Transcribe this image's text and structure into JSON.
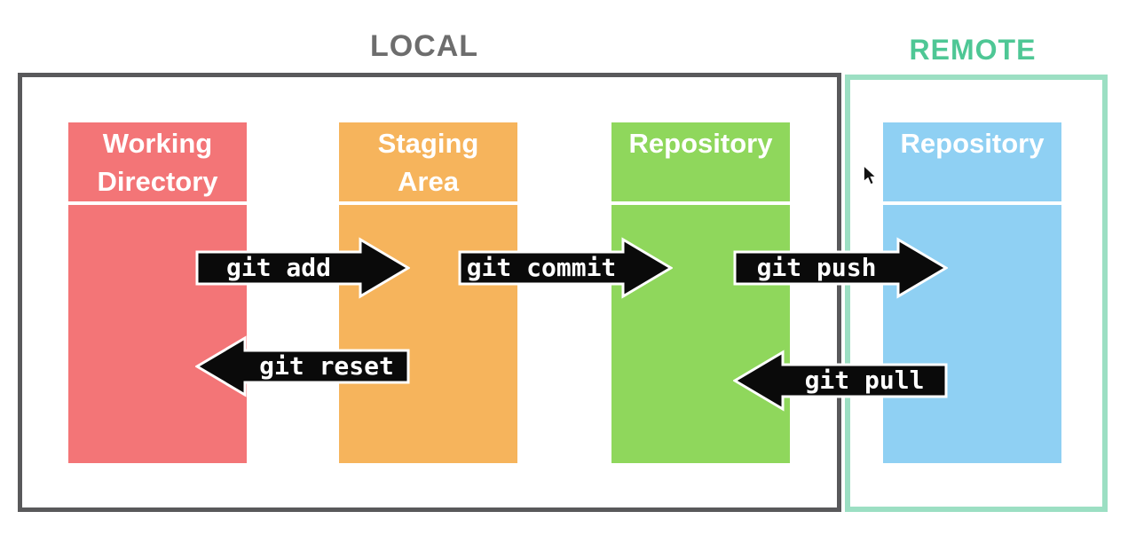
{
  "titles": {
    "local": "LOCAL",
    "remote": "REMOTE"
  },
  "columns": [
    {
      "name": "working-directory",
      "label": "Working Directory",
      "color": "#f37577",
      "section": "local"
    },
    {
      "name": "staging-area",
      "label": "Staging Area",
      "color": "#f6b45c",
      "section": "local"
    },
    {
      "name": "local-repository",
      "label": "Repository",
      "color": "#8fd75c",
      "section": "local"
    },
    {
      "name": "remote-repository",
      "label": "Repository",
      "color": "#8fd0f3",
      "section": "remote"
    }
  ],
  "arrows": [
    {
      "name": "git-add",
      "label": "git add",
      "direction": "right",
      "from": "working-directory",
      "to": "staging-area"
    },
    {
      "name": "git-commit",
      "label": "git commit",
      "direction": "right",
      "from": "staging-area",
      "to": "local-repository"
    },
    {
      "name": "git-push",
      "label": "git push",
      "direction": "right",
      "from": "local-repository",
      "to": "remote-repository"
    },
    {
      "name": "git-reset",
      "label": "git reset",
      "direction": "left",
      "from": "staging-area",
      "to": "working-directory"
    },
    {
      "name": "git-pull",
      "label": "git pull",
      "direction": "left",
      "from": "remote-repository",
      "to": "local-repository"
    }
  ],
  "colors": {
    "local_title": "#6d6d6d",
    "remote_title": "#4ec795",
    "local_border": "#59595b",
    "remote_border": "#9cdfc3",
    "arrow_fill": "#0a0a0a",
    "arrow_text": "#ffffff",
    "header_text": "#ffffff",
    "background": "#ffffff"
  }
}
